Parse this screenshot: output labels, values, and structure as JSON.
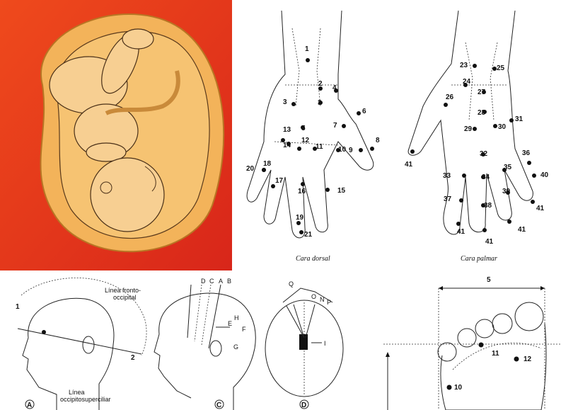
{
  "colors": {
    "background_red": "#e0301a",
    "uterus_orange": "#f3b35a",
    "fetus_skin": "#f7cf92",
    "ink": "#111111"
  },
  "hands": {
    "dorsal_caption": "Cara dorsal",
    "palmar_caption": "Cara palmar",
    "dorsal_points": [
      "1",
      "2",
      "3",
      "3",
      "4",
      "5",
      "6",
      "7",
      "8",
      "9",
      "10",
      "11",
      "12",
      "13",
      "14",
      "15",
      "16",
      "17",
      "18",
      "19",
      "20",
      "21",
      "22"
    ],
    "palmar_points": [
      "23",
      "24",
      "25",
      "26",
      "27",
      "28",
      "29",
      "30",
      "31",
      "32",
      "33",
      "34",
      "35",
      "36",
      "37",
      "38",
      "39",
      "40",
      "41",
      "41",
      "41",
      "41",
      "41"
    ]
  },
  "heads": {
    "linea_fronto": "Línea fronto-",
    "linea_fronto_2": "occipital",
    "linea_occipito": "Línea",
    "linea_occipito_2": "occipitosuperciliar",
    "label_1": "1",
    "label_2": "2",
    "panel_a": "A",
    "panel_c": "C",
    "panel_d": "D",
    "c_letters": [
      "D",
      "C",
      "A",
      "B",
      "E",
      "H",
      "F",
      "G"
    ],
    "d_letters": [
      "Q",
      "O",
      "N",
      "P",
      "I"
    ]
  },
  "foot": {
    "width_label": "5",
    "points": [
      "11",
      "12",
      "10"
    ]
  }
}
